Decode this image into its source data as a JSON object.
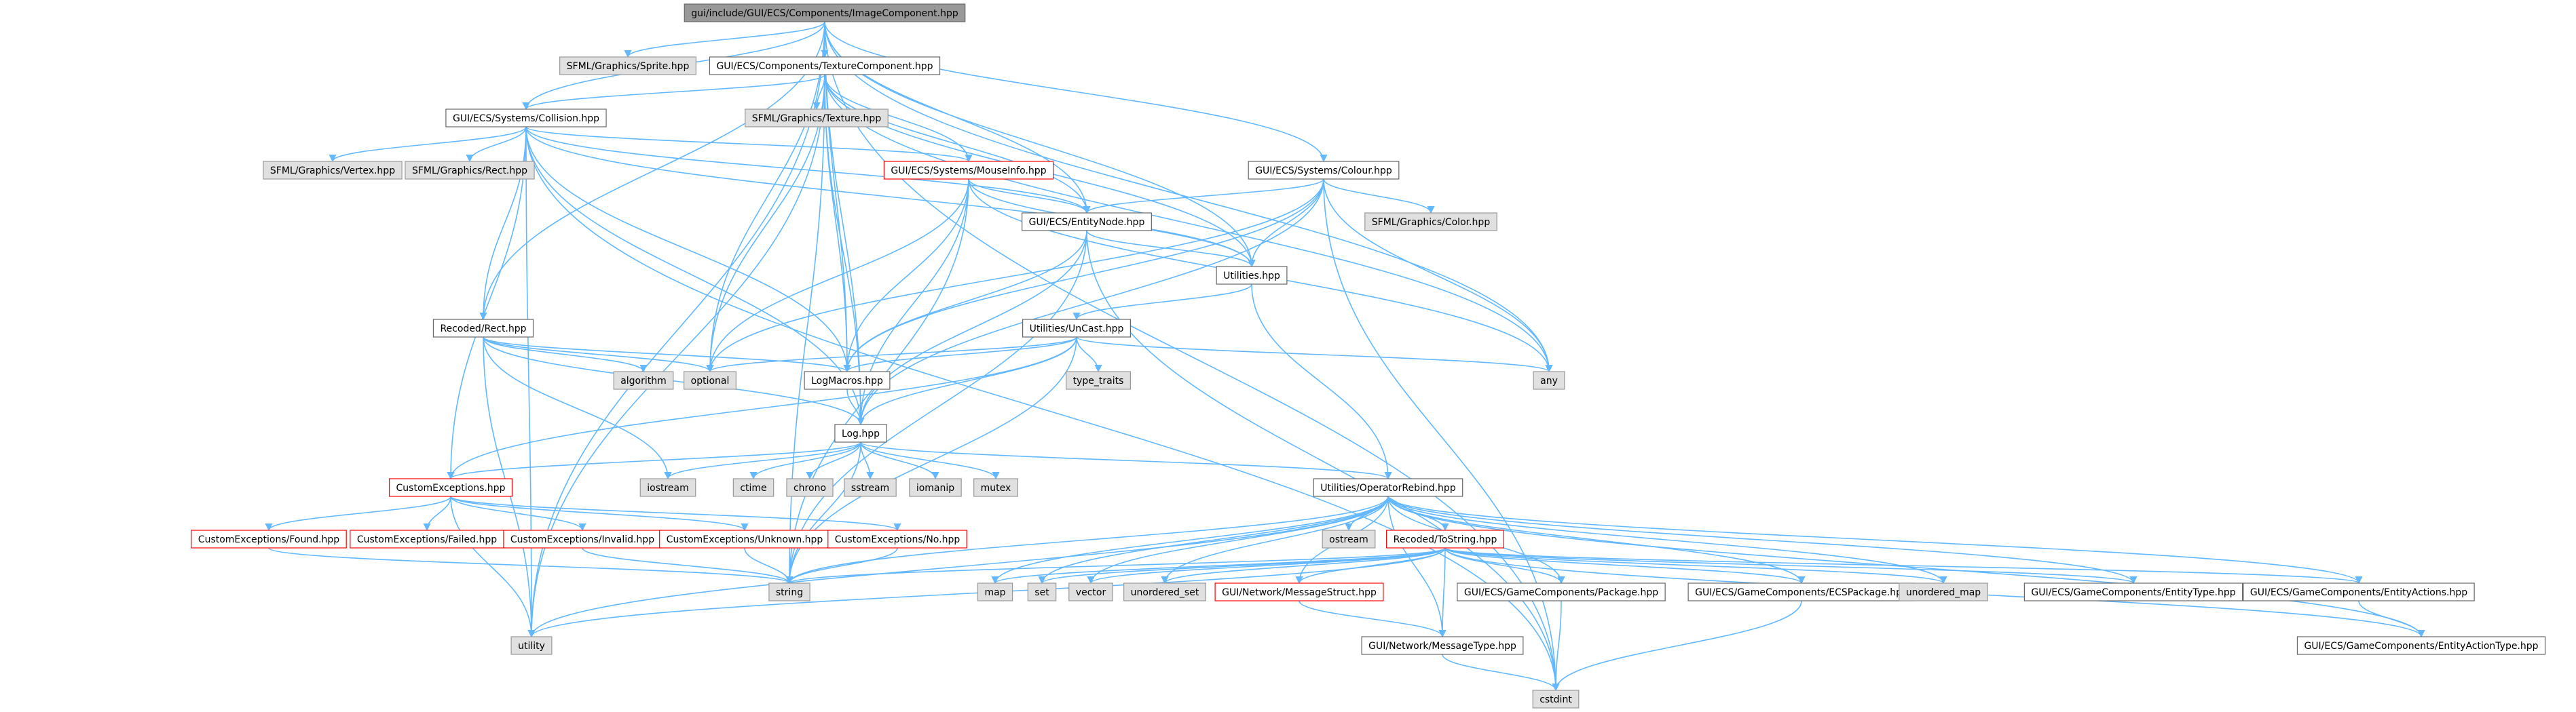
{
  "colors": {
    "edge": "#63b8ff",
    "root_fill": "#999999",
    "external_fill": "#e0e0e0",
    "border": "#666666",
    "missing_border": "#ff0000"
  },
  "nodes": [
    {
      "id": "root",
      "label": "gui/include/GUI/ECS/Components/ImageComponent.hpp",
      "kind": "root"
    },
    {
      "id": "sprite",
      "label": "SFML/Graphics/Sprite.hpp",
      "kind": "gray"
    },
    {
      "id": "texcomp",
      "label": "GUI/ECS/Components/TextureComponent.hpp",
      "kind": "white"
    },
    {
      "id": "texture",
      "label": "SFML/Graphics/Texture.hpp",
      "kind": "gray"
    },
    {
      "id": "collision",
      "label": "GUI/ECS/Systems/Collision.hpp",
      "kind": "white"
    },
    {
      "id": "vertex",
      "label": "SFML/Graphics/Vertex.hpp",
      "kind": "gray"
    },
    {
      "id": "rect",
      "label": "SFML/Graphics/Rect.hpp",
      "kind": "gray"
    },
    {
      "id": "mouseinfo",
      "label": "GUI/ECS/Systems/MouseInfo.hpp",
      "kind": "red"
    },
    {
      "id": "entitynode",
      "label": "GUI/ECS/EntityNode.hpp",
      "kind": "white"
    },
    {
      "id": "colour",
      "label": "GUI/ECS/Systems/Colour.hpp",
      "kind": "white"
    },
    {
      "id": "color",
      "label": "SFML/Graphics/Color.hpp",
      "kind": "gray"
    },
    {
      "id": "utilities",
      "label": "Utilities.hpp",
      "kind": "white"
    },
    {
      "id": "unicast",
      "label": "Utilities/UnCast.hpp",
      "kind": "white"
    },
    {
      "id": "recrect",
      "label": "Recoded/Rect.hpp",
      "kind": "white"
    },
    {
      "id": "algorithm",
      "label": "algorithm",
      "kind": "gray"
    },
    {
      "id": "optional",
      "label": "optional",
      "kind": "gray"
    },
    {
      "id": "logmacros",
      "label": "LogMacros.hpp",
      "kind": "white"
    },
    {
      "id": "typetraits",
      "label": "type_traits",
      "kind": "gray"
    },
    {
      "id": "any",
      "label": "any",
      "kind": "gray"
    },
    {
      "id": "log",
      "label": "Log.hpp",
      "kind": "white"
    },
    {
      "id": "iostream",
      "label": "iostream",
      "kind": "gray"
    },
    {
      "id": "ctime",
      "label": "ctime",
      "kind": "gray"
    },
    {
      "id": "chrono",
      "label": "chrono",
      "kind": "gray"
    },
    {
      "id": "sstream",
      "label": "sstream",
      "kind": "gray"
    },
    {
      "id": "iomanip",
      "label": "iomanip",
      "kind": "gray"
    },
    {
      "id": "mutex",
      "label": "mutex",
      "kind": "gray"
    },
    {
      "id": "customexc",
      "label": "CustomExceptions.hpp",
      "kind": "red"
    },
    {
      "id": "oprebind",
      "label": "Utilities/OperatorRebind.hpp",
      "kind": "white"
    },
    {
      "id": "ostream",
      "label": "ostream",
      "kind": "gray"
    },
    {
      "id": "found",
      "label": "CustomExceptions/Found.hpp",
      "kind": "red"
    },
    {
      "id": "failed",
      "label": "CustomExceptions/Failed.hpp",
      "kind": "red"
    },
    {
      "id": "invalid",
      "label": "CustomExceptions/Invalid.hpp",
      "kind": "red"
    },
    {
      "id": "unknown",
      "label": "CustomExceptions/Unknown.hpp",
      "kind": "red"
    },
    {
      "id": "no",
      "label": "CustomExceptions/No.hpp",
      "kind": "red"
    },
    {
      "id": "tostring",
      "label": "Recoded/ToString.hpp",
      "kind": "red"
    },
    {
      "id": "string",
      "label": "string",
      "kind": "gray"
    },
    {
      "id": "map",
      "label": "map",
      "kind": "gray"
    },
    {
      "id": "set",
      "label": "set",
      "kind": "gray"
    },
    {
      "id": "vector",
      "label": "vector",
      "kind": "gray"
    },
    {
      "id": "unordered_set",
      "label": "unordered_set",
      "kind": "gray"
    },
    {
      "id": "msgstruct",
      "label": "GUI/Network/MessageStruct.hpp",
      "kind": "red"
    },
    {
      "id": "package",
      "label": "GUI/ECS/GameComponents/Package.hpp",
      "kind": "white"
    },
    {
      "id": "ecspackage",
      "label": "GUI/ECS/GameComponents/ECSPackage.hpp",
      "kind": "white"
    },
    {
      "id": "unordered_map",
      "label": "unordered_map",
      "kind": "gray"
    },
    {
      "id": "entitytype",
      "label": "GUI/ECS/GameComponents/EntityType.hpp",
      "kind": "white"
    },
    {
      "id": "entityactions",
      "label": "GUI/ECS/GameComponents/EntityActions.hpp",
      "kind": "white"
    },
    {
      "id": "utility",
      "label": "utility",
      "kind": "gray"
    },
    {
      "id": "msgtype",
      "label": "GUI/Network/MessageType.hpp",
      "kind": "white"
    },
    {
      "id": "entityactiontype",
      "label": "GUI/ECS/GameComponents/EntityActionType.hpp",
      "kind": "white"
    },
    {
      "id": "cstdint",
      "label": "cstdint",
      "kind": "gray"
    }
  ],
  "edges": [
    [
      "root",
      "sprite"
    ],
    [
      "root",
      "texcomp"
    ],
    [
      "root",
      "collision"
    ],
    [
      "root",
      "colour"
    ],
    [
      "root",
      "entitynode"
    ],
    [
      "root",
      "logmacros"
    ],
    [
      "root",
      "optional"
    ],
    [
      "root",
      "any"
    ],
    [
      "root",
      "utilities"
    ],
    [
      "root",
      "recrect"
    ],
    [
      "root",
      "log"
    ],
    [
      "root",
      "utility"
    ],
    [
      "root",
      "cstdint"
    ],
    [
      "texcomp",
      "texture"
    ],
    [
      "texcomp",
      "collision"
    ],
    [
      "texcomp",
      "mouseinfo"
    ],
    [
      "texcomp",
      "entitynode"
    ],
    [
      "texcomp",
      "utilities"
    ],
    [
      "texcomp",
      "logmacros"
    ],
    [
      "texcomp",
      "log"
    ],
    [
      "texcomp",
      "optional"
    ],
    [
      "texcomp",
      "any"
    ],
    [
      "texcomp",
      "utility"
    ],
    [
      "texcomp",
      "string"
    ],
    [
      "collision",
      "vertex"
    ],
    [
      "collision",
      "rect"
    ],
    [
      "collision",
      "recrect"
    ],
    [
      "collision",
      "mouseinfo"
    ],
    [
      "collision",
      "entitynode"
    ],
    [
      "collision",
      "utilities"
    ],
    [
      "collision",
      "logmacros"
    ],
    [
      "collision",
      "log"
    ],
    [
      "collision",
      "customexc"
    ],
    [
      "collision",
      "utility"
    ],
    [
      "collision",
      "cstdint"
    ],
    [
      "mouseinfo",
      "entitynode"
    ],
    [
      "mouseinfo",
      "utilities"
    ],
    [
      "mouseinfo",
      "logmacros"
    ],
    [
      "mouseinfo",
      "log"
    ],
    [
      "mouseinfo",
      "optional"
    ],
    [
      "mouseinfo",
      "any"
    ],
    [
      "mouseinfo",
      "string"
    ],
    [
      "entitynode",
      "utilities"
    ],
    [
      "entitynode",
      "logmacros"
    ],
    [
      "entitynode",
      "log"
    ],
    [
      "entitynode",
      "string"
    ],
    [
      "entitynode",
      "cstdint"
    ],
    [
      "colour",
      "color"
    ],
    [
      "colour",
      "entitynode"
    ],
    [
      "colour",
      "utilities"
    ],
    [
      "colour",
      "logmacros"
    ],
    [
      "colour",
      "log"
    ],
    [
      "colour",
      "optional"
    ],
    [
      "colour",
      "any"
    ],
    [
      "colour",
      "cstdint"
    ],
    [
      "utilities",
      "unicast"
    ],
    [
      "utilities",
      "oprebind"
    ],
    [
      "unicast",
      "typetraits"
    ],
    [
      "unicast",
      "optional"
    ],
    [
      "unicast",
      "logmacros"
    ],
    [
      "unicast",
      "log"
    ],
    [
      "unicast",
      "any"
    ],
    [
      "unicast",
      "customexc"
    ],
    [
      "unicast",
      "string"
    ],
    [
      "recrect",
      "algorithm"
    ],
    [
      "recrect",
      "optional"
    ],
    [
      "recrect",
      "logmacros"
    ],
    [
      "recrect",
      "log"
    ],
    [
      "recrect",
      "iostream"
    ],
    [
      "recrect",
      "utility"
    ],
    [
      "logmacros",
      "log"
    ],
    [
      "log",
      "iostream"
    ],
    [
      "log",
      "ctime"
    ],
    [
      "log",
      "chrono"
    ],
    [
      "log",
      "sstream"
    ],
    [
      "log",
      "iomanip"
    ],
    [
      "log",
      "mutex"
    ],
    [
      "log",
      "customexc"
    ],
    [
      "log",
      "oprebind"
    ],
    [
      "log",
      "string"
    ],
    [
      "customexc",
      "found"
    ],
    [
      "customexc",
      "failed"
    ],
    [
      "customexc",
      "invalid"
    ],
    [
      "customexc",
      "unknown"
    ],
    [
      "customexc",
      "no"
    ],
    [
      "customexc",
      "utility"
    ],
    [
      "found",
      "string"
    ],
    [
      "invalid",
      "string"
    ],
    [
      "unknown",
      "string"
    ],
    [
      "no",
      "string"
    ],
    [
      "oprebind",
      "ostream"
    ],
    [
      "oprebind",
      "tostring"
    ],
    [
      "oprebind",
      "map"
    ],
    [
      "oprebind",
      "set"
    ],
    [
      "oprebind",
      "vector"
    ],
    [
      "oprebind",
      "unordered_set"
    ],
    [
      "oprebind",
      "unordered_map"
    ],
    [
      "oprebind",
      "msgstruct"
    ],
    [
      "oprebind",
      "package"
    ],
    [
      "oprebind",
      "ecspackage"
    ],
    [
      "oprebind",
      "entitytype"
    ],
    [
      "oprebind",
      "entityactions"
    ],
    [
      "oprebind",
      "msgtype"
    ],
    [
      "oprebind",
      "entityactiontype"
    ],
    [
      "oprebind",
      "string"
    ],
    [
      "oprebind",
      "utility"
    ],
    [
      "tostring",
      "map"
    ],
    [
      "tostring",
      "set"
    ],
    [
      "tostring",
      "vector"
    ],
    [
      "tostring",
      "unordered_set"
    ],
    [
      "tostring",
      "unordered_map"
    ],
    [
      "tostring",
      "msgstruct"
    ],
    [
      "tostring",
      "package"
    ],
    [
      "tostring",
      "ecspackage"
    ],
    [
      "tostring",
      "entitytype"
    ],
    [
      "tostring",
      "entityactions"
    ],
    [
      "tostring",
      "msgtype"
    ],
    [
      "tostring",
      "entityactiontype"
    ],
    [
      "tostring",
      "string"
    ],
    [
      "tostring",
      "utility"
    ],
    [
      "msgstruct",
      "msgtype"
    ],
    [
      "package",
      "cstdint"
    ],
    [
      "ecspackage",
      "cstdint"
    ],
    [
      "entityactions",
      "entityactiontype"
    ],
    [
      "msgtype",
      "cstdint"
    ]
  ]
}
